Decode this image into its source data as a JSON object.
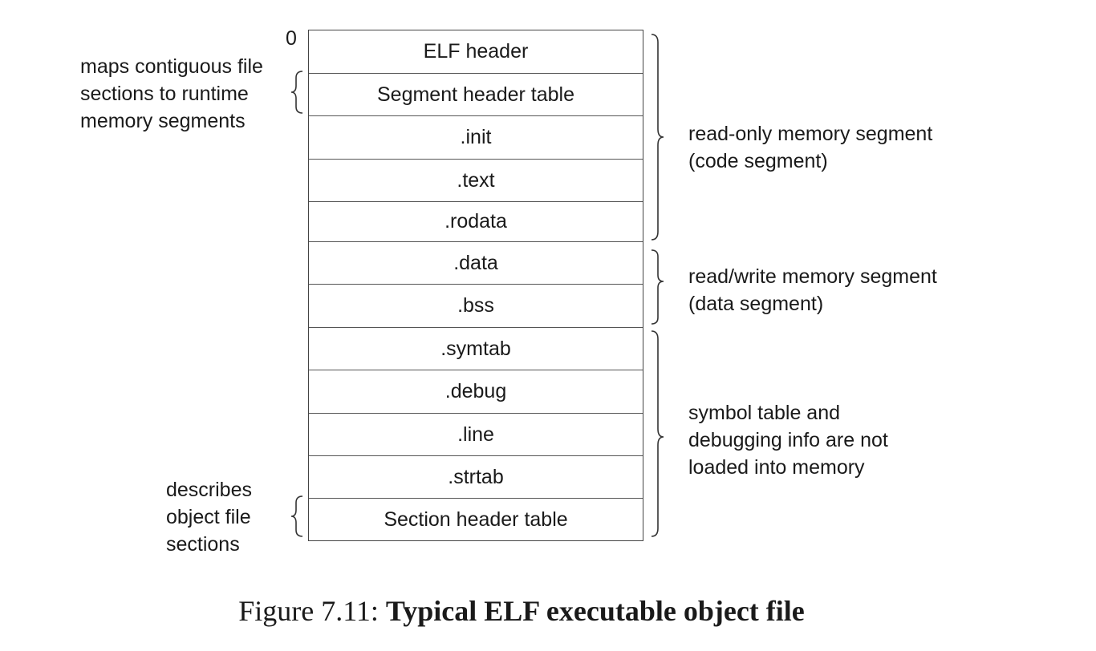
{
  "diagram": {
    "offset_label": "0",
    "sections": [
      "ELF header",
      "Segment header table",
      ".init",
      ".text",
      ".rodata",
      ".data",
      ".bss",
      ".symtab",
      ".debug",
      ".line",
      ".strtab",
      "Section header table"
    ],
    "annotations": {
      "segment_header": [
        "maps contiguous file",
        "sections to runtime",
        "memory segments"
      ],
      "section_header": [
        "describes",
        "object file",
        "sections"
      ],
      "code_segment": [
        "read-only memory segment",
        "(code segment)"
      ],
      "data_segment": [
        "read/write memory segment",
        "(data segment)"
      ],
      "not_loaded": [
        "symbol table and",
        "debugging info are not",
        "loaded into memory"
      ]
    }
  },
  "caption": {
    "label": "Figure 7.11:",
    "title": "Typical ELF executable object file"
  }
}
